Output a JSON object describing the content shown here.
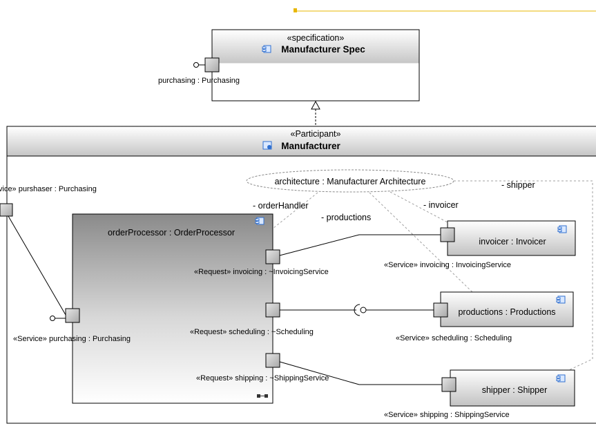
{
  "top_marker": {
    "color": "#e8b700"
  },
  "spec": {
    "stereotype": "«specification»",
    "name": "Manufacturer Spec",
    "port_label": "purchasing : Purchasing"
  },
  "participant": {
    "stereotype": "«Participant»",
    "name": "Manufacturer",
    "left_port_label": "vice» purshaser : Purchasing"
  },
  "collaboration": {
    "label": "architecture : Manufacturer Architecture",
    "roles": {
      "order_handler": "- orderHandler",
      "productions": "- productions",
      "invoicer": "- invoicer",
      "shipper": "- shipper"
    }
  },
  "order_processor": {
    "name": "orderProcessor : OrderProcessor",
    "purchasing_port": "«Service» purchasing : Purchasing",
    "invoicing_port": "«Request» invoicing : ~InvoicingService",
    "scheduling_port": "«Request» scheduling : ~Scheduling",
    "shipping_port": "«Request» shipping : ~ShippingService"
  },
  "invoicer": {
    "name": "invoicer : Invoicer",
    "port_label": "«Service» invoicing : InvoicingService"
  },
  "productions": {
    "name": "productions : Productions",
    "port_label": "«Service» scheduling : Scheduling"
  },
  "shipper": {
    "name": "shipper : Shipper",
    "port_label": "«Service» shipping : ShippingService"
  },
  "colors": {
    "header_gradient_top": "#ffffff",
    "header_gradient_bottom": "#c8c8c8",
    "part_gradient_top": "#8c8c8c",
    "part_gradient_bottom": "#ffffff",
    "port_fill": "#c4c4c4",
    "icon_blue": "#3a7bd5",
    "dashed": "#a0a0a0"
  }
}
